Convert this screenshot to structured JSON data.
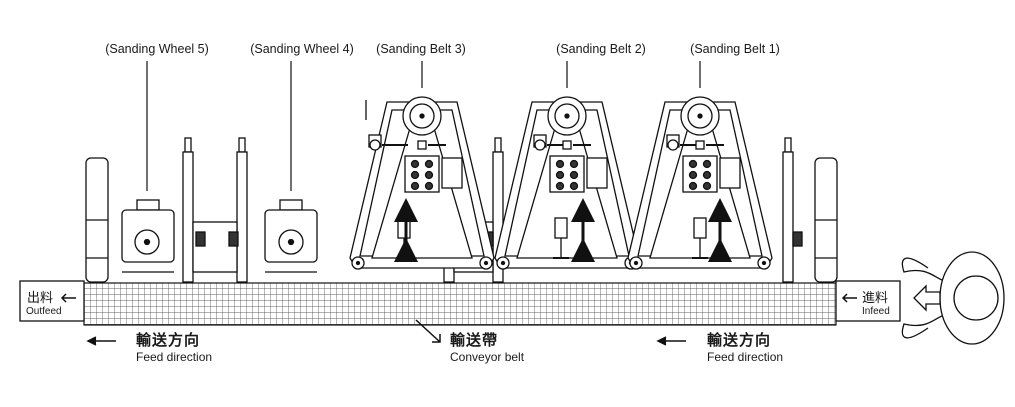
{
  "machine": {
    "stations": [
      {
        "label": "(Sanding Wheel 5)"
      },
      {
        "label": "(Sanding Wheel 4)"
      },
      {
        "label": "(Sanding Belt 3)"
      },
      {
        "label": "(Sanding Belt 2)"
      },
      {
        "label": "(Sanding Belt 1)"
      }
    ],
    "outfeed": {
      "cjk": "出料",
      "en": "Outfeed"
    },
    "infeed": {
      "cjk": "進料",
      "en": "Infeed"
    },
    "feed_direction_left": {
      "cjk": "輸送方向",
      "en": "Feed direction"
    },
    "feed_direction_right": {
      "cjk": "輸送方向",
      "en": "Feed direction"
    },
    "conveyor": {
      "cjk": "輸送帶",
      "en": "Conveyor belt"
    }
  }
}
